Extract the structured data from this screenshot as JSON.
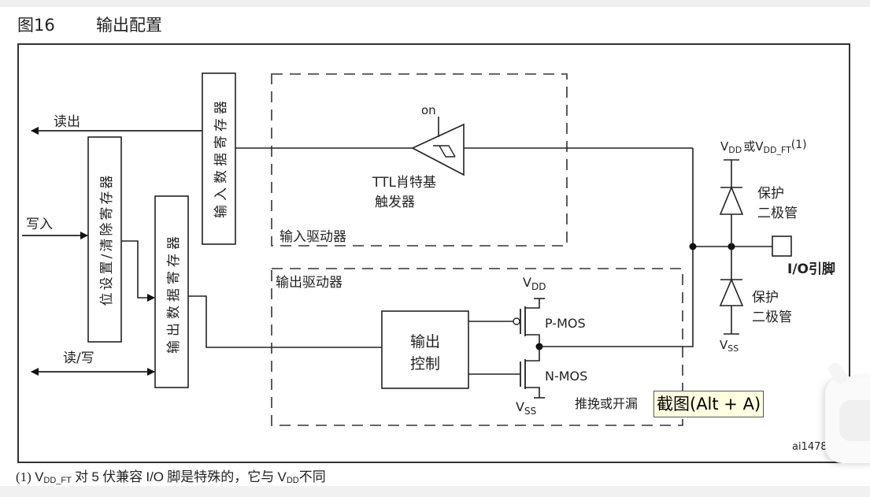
{
  "figure": {
    "number": "图16",
    "title": "输出配置",
    "id_label": "ai14784"
  },
  "registers": {
    "input_data_register": "输入数据寄存器",
    "bit_set_reset_register": "位设置/清除寄存器",
    "output_data_register": "输出数据寄存器"
  },
  "signals": {
    "read": "读出",
    "write": "写入",
    "read_write": "读/写"
  },
  "input_driver": {
    "label": "输入驱动器",
    "trigger_on": "on",
    "trigger_label_line1": "TTL肖特基",
    "trigger_label_line2": "触发器"
  },
  "output_driver": {
    "label": "输出驱动器",
    "control_line1": "输出",
    "control_line2": "控制",
    "pmos": "P-MOS",
    "nmos": "N-MOS",
    "vdd": "V",
    "vdd_sub": "DD",
    "vss": "V",
    "vss_sub": "SS",
    "mode": "推挽或开漏"
  },
  "protection": {
    "supply_prefix": "V",
    "supply_sub": "DD",
    "supply_or": "或",
    "supply_ft_prefix": "V",
    "supply_ft_sub": "DD_FT",
    "supply_note": "(1)",
    "diode_label_line1": "保护",
    "diode_label_line2": "二极管",
    "ground": "V",
    "ground_sub": "SS",
    "pin_label": "I/O引脚"
  },
  "footnote": {
    "prefix": "(1)",
    "v1": "V",
    "v1_sub": "DD_FT",
    "text1": "对",
    "num": "5",
    "text2": "伏兼容",
    "io": "I/O",
    "text3": "脚是特殊的，它与",
    "v2": "V",
    "v2_sub": "DD",
    "text4": "不同"
  },
  "tooltip": {
    "text": "截图(Alt + A)"
  }
}
